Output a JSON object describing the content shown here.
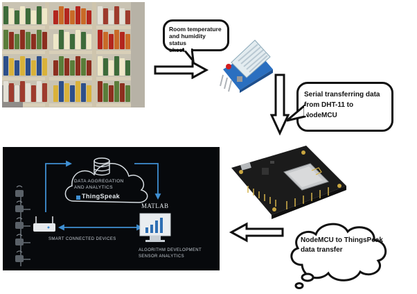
{
  "bubbles": {
    "room_check": {
      "line1": "Room temperature",
      "line2": "and humidity status",
      "line3": "check"
    },
    "serial": {
      "line1": "Serial transferring data",
      "line2": "from DHT-11 to",
      "line3": "NodeMCU"
    },
    "thingspeak_transfer": {
      "line1": "NodeMCU to ThingsPeak",
      "line2": "data transfer"
    }
  },
  "thingspeak_panel": {
    "cloud_line1": "DATA AGGREGATION",
    "cloud_line2": "AND ANALYTICS",
    "brand": "ThingSpeak",
    "matlab": "MATLAB",
    "devices_label": "SMART CONNECTED DEVICES",
    "algo_line1": "ALGORITHM DEVELOPMENT",
    "algo_line2": "SENSOR ANALYTICS"
  },
  "colors": {
    "arrow_fill": "#ffffff",
    "arrow_stroke": "#111111",
    "panel_bg": "#07090c",
    "panel_lines": "#3f8fd2",
    "dht_blue": "#2a6fc0",
    "nodemcu_board": "#1b1b1b"
  },
  "icons": [
    "database-icon",
    "wifi-icon",
    "router-icon",
    "monitor-chart-icon",
    "cloud-icon",
    "sensor-icon"
  ]
}
